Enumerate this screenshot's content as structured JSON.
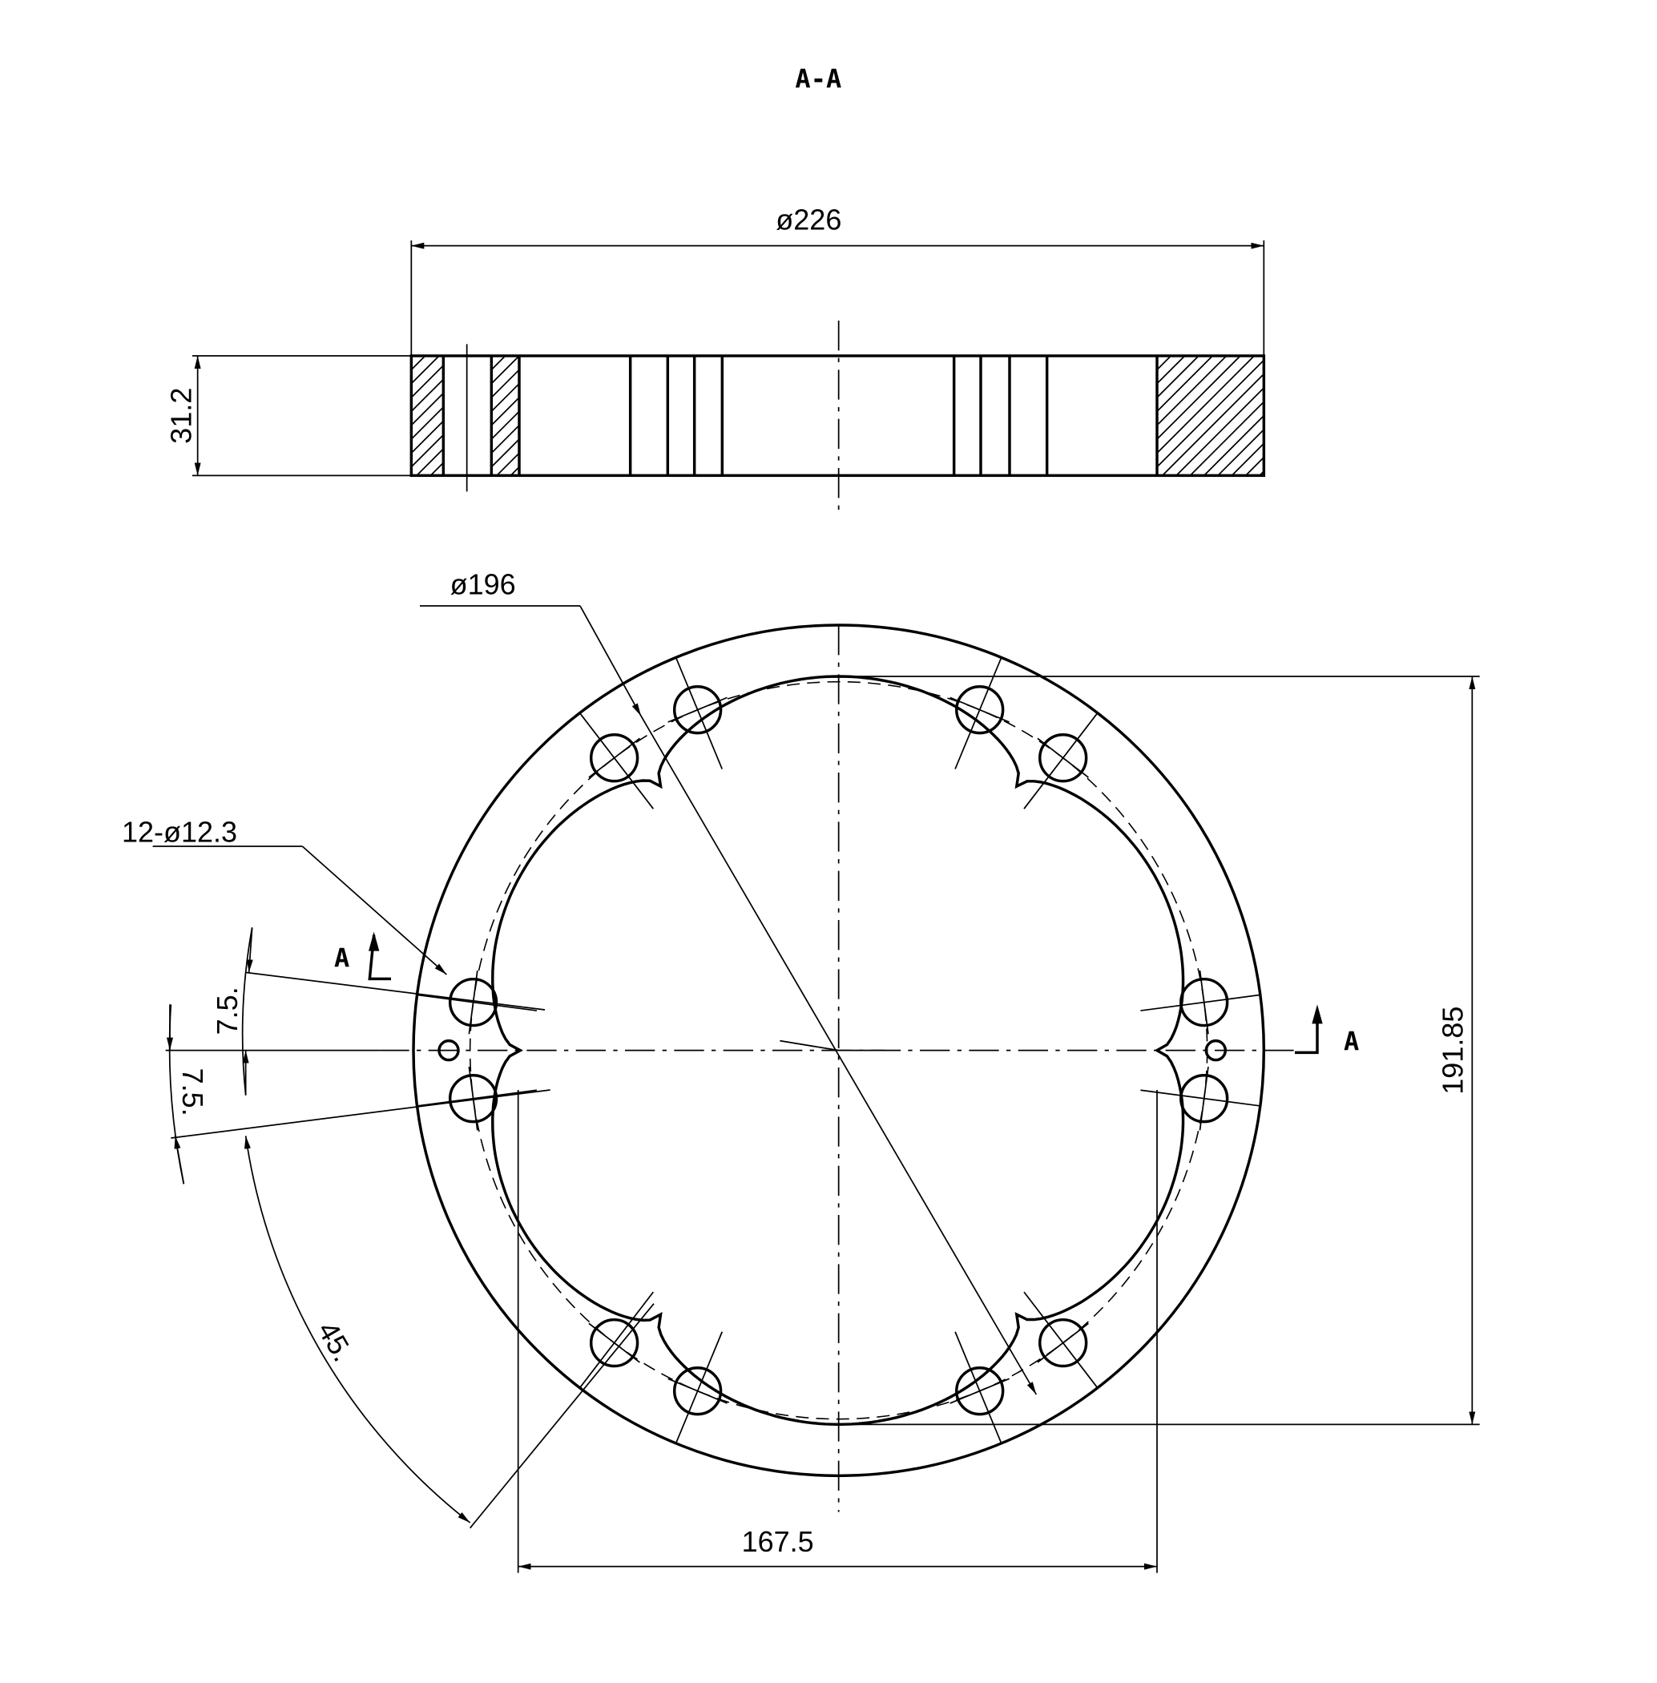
{
  "title": "A-A",
  "section_view": {
    "diameter_label": "ø226",
    "thickness_label": "31.2"
  },
  "plan_view": {
    "bolt_circle_label": "ø196",
    "holes_label": "12-ø12.3",
    "height_label": "191.85",
    "width_label": "167.5",
    "angle_upper_label": "7.5.",
    "angle_lower_label": "7.5.",
    "angle_pitch_label": "45.",
    "section_mark_left": "A",
    "section_mark_right": "A"
  }
}
